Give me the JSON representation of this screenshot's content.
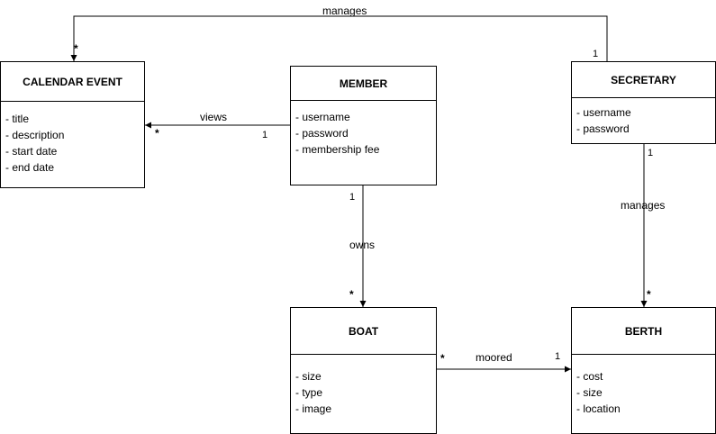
{
  "classes": {
    "calendar_event": {
      "title": "CALENDAR EVENT",
      "attributes": [
        "- title",
        "- description",
        "- start date",
        "- end date"
      ]
    },
    "member": {
      "title": "MEMBER",
      "attributes": [
        "- username",
        "- password",
        "- membership fee"
      ]
    },
    "secretary": {
      "title": "SECRETARY",
      "attributes": [
        "- username",
        "- password"
      ]
    },
    "boat": {
      "title": "BOAT",
      "attributes": [
        "- size",
        "- type",
        "- image"
      ]
    },
    "berth": {
      "title": "BERTH",
      "attributes": [
        "- cost",
        "- size",
        "- location"
      ]
    }
  },
  "associations": {
    "secretary_calendar": {
      "label": "manages",
      "from_mult": "1",
      "to_mult": "*"
    },
    "member_calendar": {
      "label": "views",
      "from_mult": "1",
      "to_mult": "*"
    },
    "member_boat": {
      "label": "owns",
      "from_mult": "1",
      "to_mult": "*"
    },
    "secretary_berth": {
      "label": "manages",
      "from_mult": "1",
      "to_mult": "*"
    },
    "boat_berth": {
      "label": "moored",
      "from_mult": "*",
      "to_mult": "1"
    }
  },
  "colors": {
    "line": "#000000",
    "box_fill": "#ffffff",
    "text": "#000000"
  }
}
